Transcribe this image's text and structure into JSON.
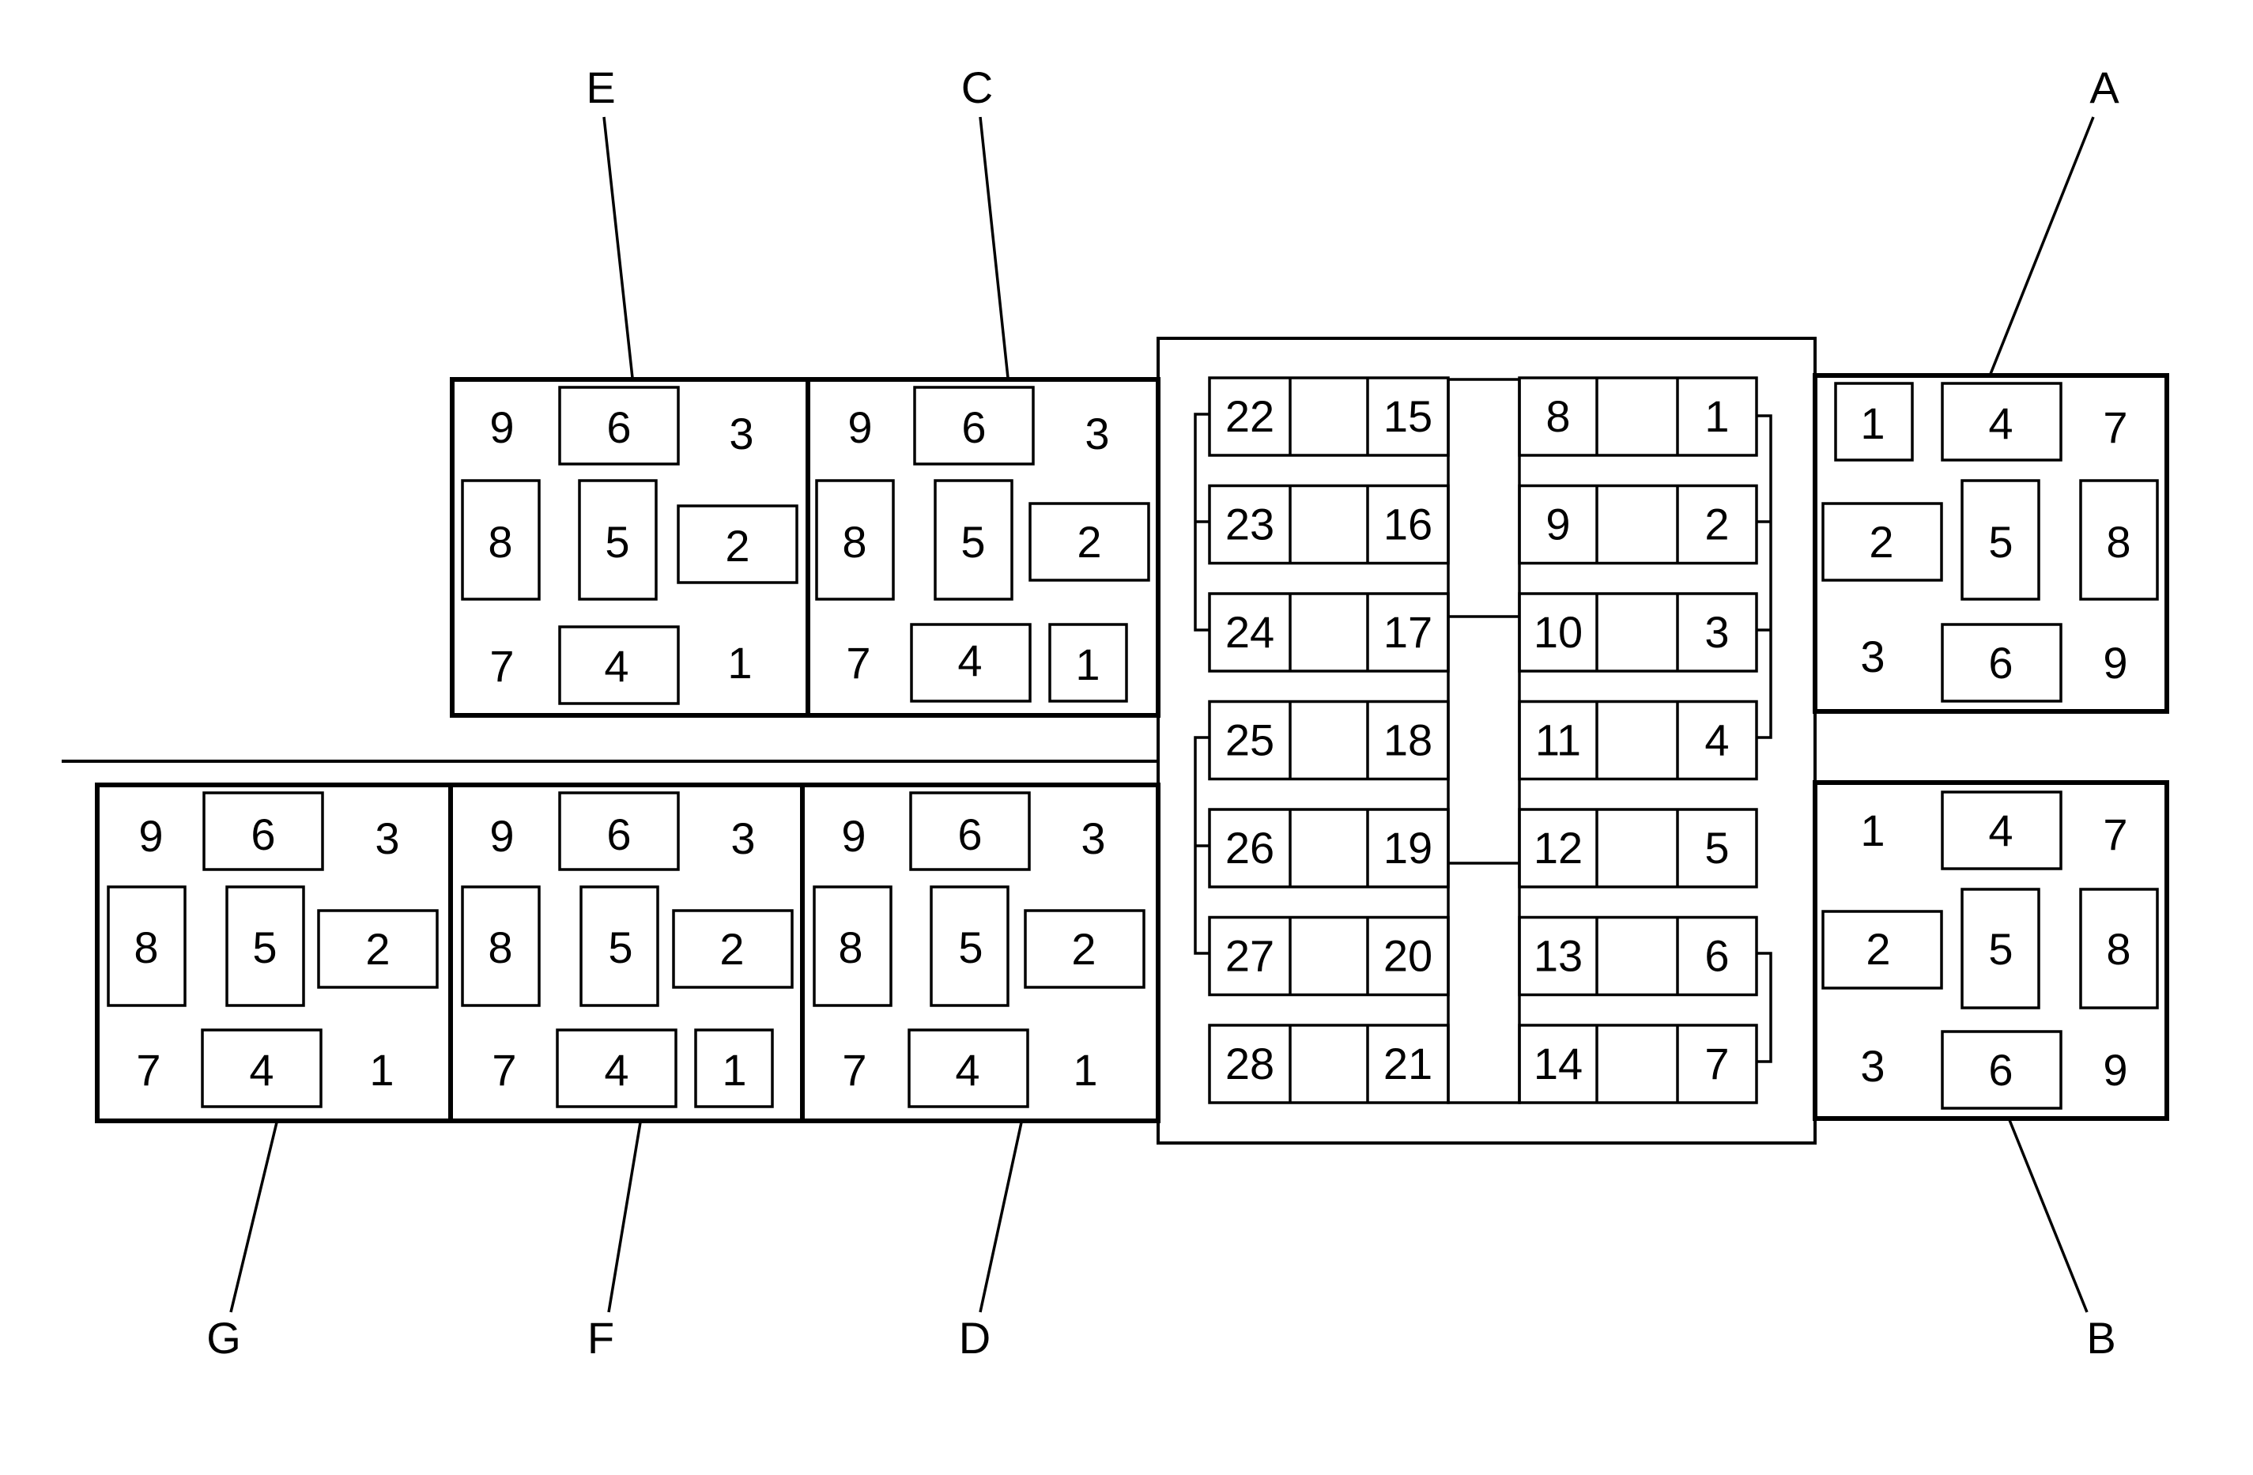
{
  "callouts": [
    "E",
    "C",
    "A",
    "G",
    "F",
    "D",
    "B"
  ],
  "connector_blocks": {
    "E": [
      "9",
      "6",
      "3",
      "8",
      "5",
      "2",
      "7",
      "4",
      "1"
    ],
    "C": [
      "9",
      "6",
      "3",
      "8",
      "5",
      "2",
      "7",
      "4",
      "1"
    ],
    "G": [
      "9",
      "6",
      "3",
      "8",
      "5",
      "2",
      "7",
      "4",
      "1"
    ],
    "F": [
      "9",
      "6",
      "3",
      "8",
      "5",
      "2",
      "7",
      "4",
      "1"
    ],
    "D": [
      "9",
      "6",
      "3",
      "8",
      "5",
      "2",
      "7",
      "4",
      "1"
    ],
    "A": [
      "1",
      "4",
      "7",
      "2",
      "5",
      "8",
      "3",
      "6",
      "9"
    ],
    "B": [
      "1",
      "4",
      "7",
      "2",
      "5",
      "8",
      "3",
      "6",
      "9"
    ]
  },
  "central_connector": {
    "left_rows": [
      [
        "22",
        "15"
      ],
      [
        "23",
        "16"
      ],
      [
        "24",
        "17"
      ],
      [
        "25",
        "18"
      ],
      [
        "26",
        "19"
      ],
      [
        "27",
        "20"
      ],
      [
        "28",
        "21"
      ]
    ],
    "right_rows": [
      [
        "8",
        "1"
      ],
      [
        "9",
        "2"
      ],
      [
        "10",
        "3"
      ],
      [
        "11",
        "4"
      ],
      [
        "12",
        "5"
      ],
      [
        "13",
        "6"
      ],
      [
        "14",
        "7"
      ]
    ]
  }
}
